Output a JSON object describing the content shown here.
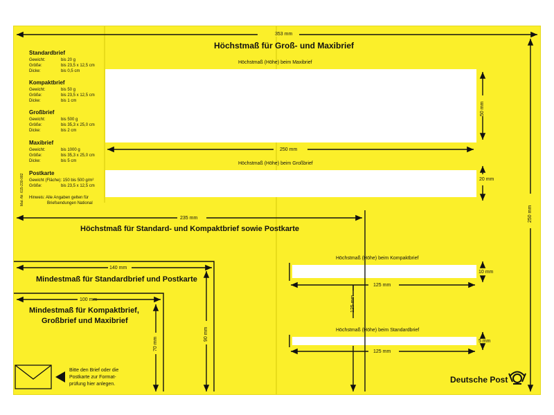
{
  "left_info": {
    "standardbrief": {
      "title": "Standardbrief",
      "rows": [
        [
          "Gewicht:",
          "bis 20 g"
        ],
        [
          "Größe:",
          "bis 23,5 x 12,5 cm"
        ],
        [
          "Dicke:",
          "bis 0,5 cm"
        ]
      ]
    },
    "kompaktbrief": {
      "title": "Kompaktbrief",
      "rows": [
        [
          "Gewicht:",
          "bis 50 g"
        ],
        [
          "Größe:",
          "bis 23,5 x 12,5 cm"
        ],
        [
          "Dicke:",
          "bis 1 cm"
        ]
      ]
    },
    "grossbrief": {
      "title": "Großbrief",
      "rows": [
        [
          "Gewicht:",
          "bis 500 g"
        ],
        [
          "Größe:",
          "bis 35,3 x 25,0 cm"
        ],
        [
          "Dicke:",
          "bis 2 cm"
        ]
      ]
    },
    "maxibrief": {
      "title": "Maxibrief",
      "rows": [
        [
          "Gewicht:",
          "bis 1000 g"
        ],
        [
          "Größe:",
          "bis 35,3 x 25,0 cm"
        ],
        [
          "Dicke:",
          "bis 5 cm"
        ]
      ]
    },
    "postkarte": {
      "title": "Postkarte",
      "rows": [
        [
          "Gewicht (Fläche): 150 bis 500 g/m²",
          ""
        ],
        [
          "Größe:",
          "bis 23,5 x 12,5 cm"
        ]
      ]
    },
    "hinweis_1": "Hinweis: Alle Angaben gelten für",
    "hinweis_2": "Briefsendungen National",
    "mat_nr": "Mat.-Nr. 615-230-082"
  },
  "top": {
    "width_label": "353 mm",
    "title": "Höchstmaß für  Groß- und Maxibrief",
    "maxi_caption": "Höchstmaß   (Höhe) beim Maxibrief",
    "maxi_height": "50 mm",
    "maxi_width": "250 mm",
    "gross_caption": "Höchstmaß   (Höhe) beim Großbrief",
    "gross_height": "20 mm",
    "total_height": "250 mm"
  },
  "middle": {
    "width_label": "235 mm",
    "title": "Höchstmaß für Standard- und Kompaktbrief sowie Postkarte"
  },
  "min_standard": {
    "width_label": "140 mm",
    "title": "Mindestmaß für Standardbrief und Postkarte",
    "height_label": "90 mm"
  },
  "min_kompakt": {
    "width_label": "100 mm",
    "title_1": "Mindestmaß für Kompaktbrief,",
    "title_2": "Großbrief und Maxibrief",
    "height_label": "70 mm"
  },
  "right_lower": {
    "kompakt_caption": "Höchstmaß (Höhe) beim Kompaktbrief",
    "kompakt_height": "10 mm",
    "kompakt_width": "125 mm",
    "vertical": "125 mm",
    "standard_caption": "Höchstmaß (Höhe) beim Standardbrief",
    "standard_height": "5 mm",
    "standard_width": "125 mm"
  },
  "footer": {
    "hint_1": "Bitte den Brief oder die",
    "hint_2": "Postkarte zur Format-",
    "hint_3": "prüfung hier anlegen.",
    "brand": "Deutsche Post",
    "logo": "post-horn-icon",
    "envelope_icon": "envelope-icon"
  },
  "colors": {
    "paper": "#fbef2a",
    "ink": "#111111",
    "slot": "#ffffff"
  }
}
